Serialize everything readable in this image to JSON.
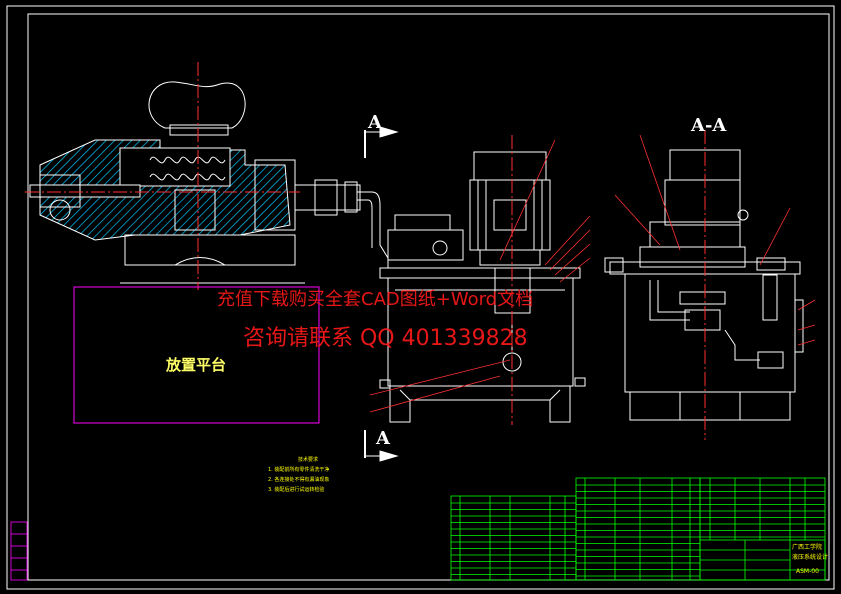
{
  "section_labels": {
    "view_top": "A",
    "view_bottom": "A",
    "section": "A-A"
  },
  "platform": {
    "label": "放置平台"
  },
  "watermark": {
    "line1": "充值下载购买全套CAD图纸+Word文档",
    "line2": "咨询请联系 QQ 401339828"
  },
  "notes": {
    "title": "技术要求",
    "items": [
      "1. 装配前所有零件清洗干净",
      "2. 各连接处不得有漏油现象",
      "3. 装配后进行试运转检验"
    ]
  },
  "title_block": {
    "school": "广西工学院",
    "title": "液压系统设计",
    "drawing_no": "ASM-00"
  },
  "colors": {
    "background": "#000000",
    "outline": "#ffffff",
    "hatch": "#00c8ff",
    "centerline": "#ff3030",
    "leader": "#ff3030",
    "table": "#00ff00",
    "frame": "#ff00ff",
    "notes": "#ffff00"
  }
}
